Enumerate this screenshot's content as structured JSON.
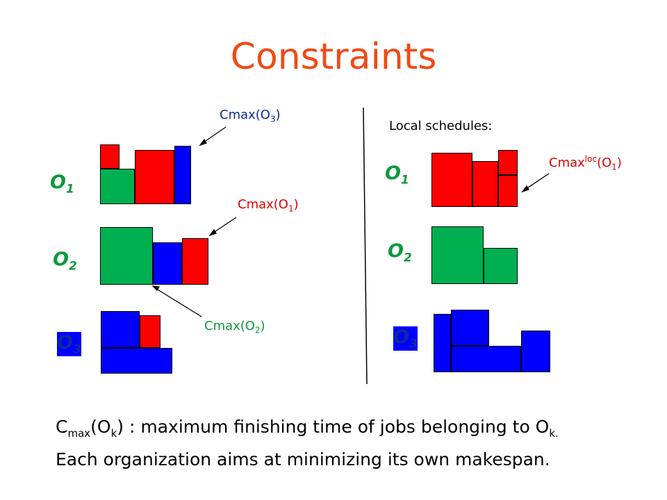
{
  "title": "Constraints",
  "local_schedules_label": "Local schedules:",
  "org_labels": {
    "o_letter": "O",
    "o1_index": "1",
    "o2_index": "2",
    "o3_index": "3"
  },
  "annotations": {
    "cmax_prefix": "Cmax(O",
    "close_paren": ")",
    "o3_index": "3",
    "o1_index": "1",
    "o2_index": "2",
    "loc_prefix": "Cmax",
    "loc_sup": "loc",
    "loc_mid": "(O",
    "loc_index": "1"
  },
  "footer": {
    "line1_c": "C",
    "line1_max": "max",
    "line1_o": "(O",
    "line1_k": "k",
    "line1_rest": ") : maximum finishing time of jobs belonging to O",
    "line1_end_k": "k.",
    "line2": "Each organization aims at minimizing its own makespan."
  },
  "colors": {
    "title": "#f04a14",
    "label_green": "#0a9a3c",
    "label_blue": "#0b2c9a",
    "red": "#ff0000",
    "green": "#00b050",
    "blue": "#0000ff"
  }
}
